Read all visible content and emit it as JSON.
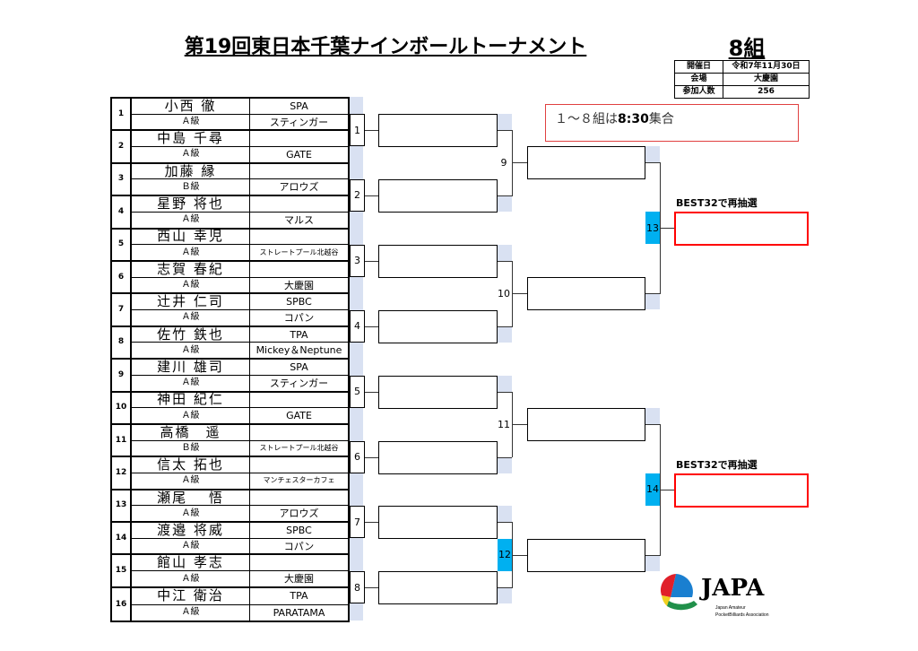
{
  "title": "第19回東日本千葉ナインボールトーナメント",
  "group": "8組",
  "info": {
    "rows": [
      {
        "label": "開催日",
        "value": "令和7年11月30日"
      },
      {
        "label": "会場",
        "value": "大慶園"
      },
      {
        "label": "参加人数",
        "value": "256"
      }
    ]
  },
  "note": {
    "prefix": "１～８組は",
    "time": "8:30",
    "suffix": "集合"
  },
  "players": [
    {
      "no": "1",
      "name": "小西 徹",
      "class": "Ａ級",
      "club1": "SPA",
      "club2": "スティンガー"
    },
    {
      "no": "2",
      "name": "中島 千尋",
      "class": "Ａ級",
      "club1": "",
      "club2": "GATE"
    },
    {
      "no": "3",
      "name": "加藤 縁",
      "class": "Ｂ級",
      "club1": "",
      "club2": "アロウズ"
    },
    {
      "no": "4",
      "name": "星野 将也",
      "class": "Ａ級",
      "club1": "",
      "club2": "マルス"
    },
    {
      "no": "5",
      "name": "西山 幸児",
      "class": "Ａ級",
      "club1": "",
      "club2": "ストレートプール北越谷"
    },
    {
      "no": "6",
      "name": "志賀 春紀",
      "class": "Ａ級",
      "club1": "",
      "club2": "大慶園"
    },
    {
      "no": "7",
      "name": "辻井 仁司",
      "class": "Ａ級",
      "club1": "SPBC",
      "club2": "コパン"
    },
    {
      "no": "8",
      "name": "佐竹 鉄也",
      "class": "Ａ級",
      "club1": "TPA",
      "club2": "Mickey＆Neptune"
    },
    {
      "no": "9",
      "name": "建川 雄司",
      "class": "Ａ級",
      "club1": "SPA",
      "club2": "スティンガー"
    },
    {
      "no": "10",
      "name": "神田 紀仁",
      "class": "Ａ級",
      "club1": "",
      "club2": "GATE"
    },
    {
      "no": "11",
      "name": "高橋　遥",
      "class": "Ｂ級",
      "club1": "",
      "club2": "ストレートプール北越谷"
    },
    {
      "no": "12",
      "name": "信太 拓也",
      "class": "Ａ級",
      "club1": "",
      "club2": "マンチェスターカフェ"
    },
    {
      "no": "13",
      "name": "瀬尾　 悟",
      "class": "Ａ級",
      "club1": "",
      "club2": "アロウズ"
    },
    {
      "no": "14",
      "name": "渡邉 将威",
      "class": "Ａ級",
      "club1": "SPBC",
      "club2": "コパン"
    },
    {
      "no": "15",
      "name": "館山 孝志",
      "class": "Ａ級",
      "club1": "",
      "club2": "大慶園"
    },
    {
      "no": "16",
      "name": "中江 衛治",
      "class": "Ａ級",
      "club1": "TPA",
      "club2": "PARATAMA"
    }
  ],
  "matches": {
    "round1": [
      "1",
      "2",
      "3",
      "4",
      "5",
      "6",
      "7",
      "8"
    ],
    "round2": [
      "9",
      "10",
      "11",
      "12"
    ],
    "round3": [
      "13",
      "14"
    ]
  },
  "best_label": "BEST32で再抽選",
  "logo": {
    "text": "JAPA",
    "sub1": "Japan Amateur",
    "sub2": "PocketBilliards Association"
  },
  "colors": {
    "highlight": "#00b0f0",
    "strip": "#d9e1f2",
    "red": "#ff0000"
  }
}
